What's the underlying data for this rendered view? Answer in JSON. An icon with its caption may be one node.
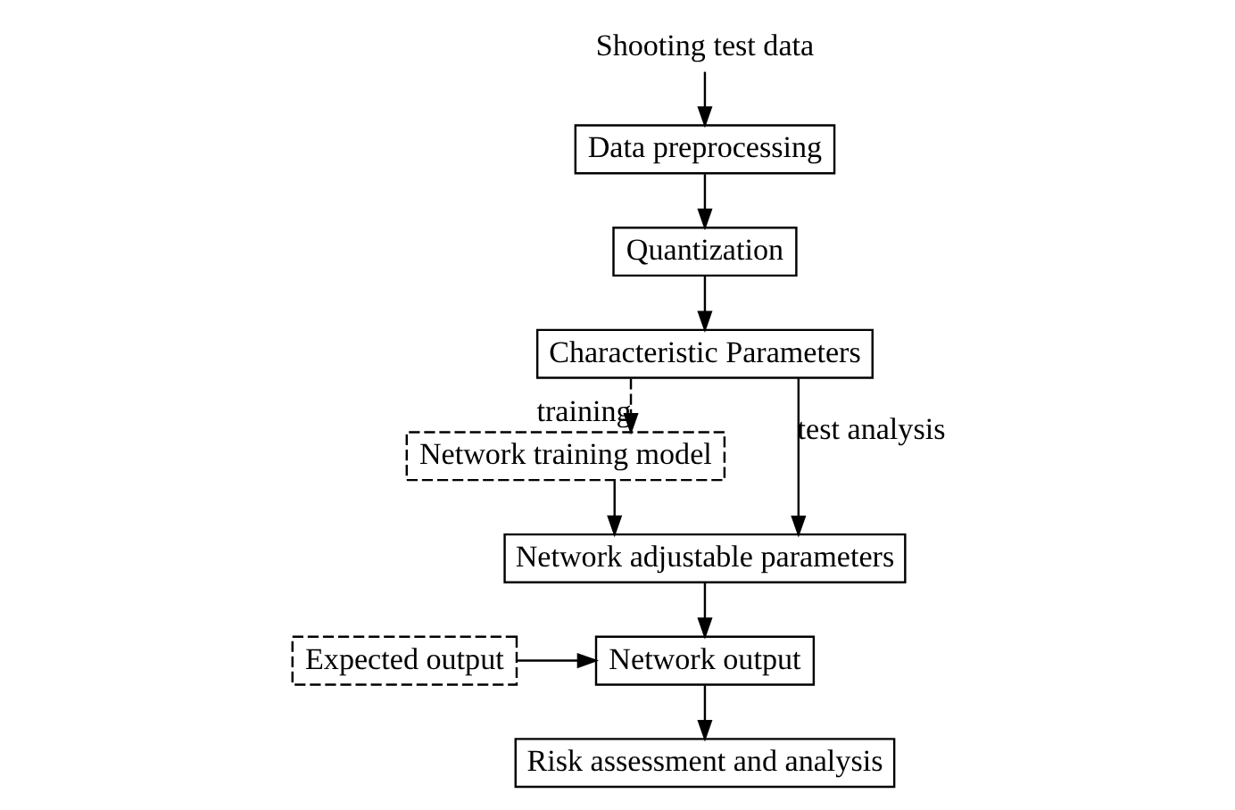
{
  "diagram": {
    "nodes": [
      {
        "text": [
          "Shooting test data"
        ]
      },
      {
        "text": [
          "Data preprocessing"
        ]
      },
      {
        "text": [
          "Quantization"
        ]
      },
      {
        "text": [
          "Characteristic Parameters"
        ]
      },
      {
        "text": [
          "Network training model"
        ]
      },
      {
        "text": [
          "Network adjustable parameters"
        ]
      },
      {
        "text": [
          "Network output"
        ]
      },
      {
        "text": [
          "Expected output"
        ]
      },
      {
        "text": [
          "Risk assessment and analysis"
        ]
      }
    ],
    "edges": [
      {
        "from": 0,
        "to": 1,
        "arrow": "to"
      },
      {
        "from": 1,
        "to": 2,
        "arrow": "to"
      },
      {
        "from": 2,
        "to": 3,
        "arrow": "to"
      },
      {
        "from": 3,
        "to": 4,
        "arrow": "to",
        "label": "training",
        "style": "dashed"
      },
      {
        "from": 3,
        "to": 5,
        "arrow": "to",
        "label": "test analysis"
      },
      {
        "from": 4,
        "to": 5,
        "arrow": "to"
      },
      {
        "from": 5,
        "to": 6,
        "arrow": "to"
      },
      {
        "from": 7,
        "to": 6,
        "arrow": "to"
      },
      {
        "from": 6,
        "to": 8,
        "arrow": "to"
      }
    ]
  }
}
